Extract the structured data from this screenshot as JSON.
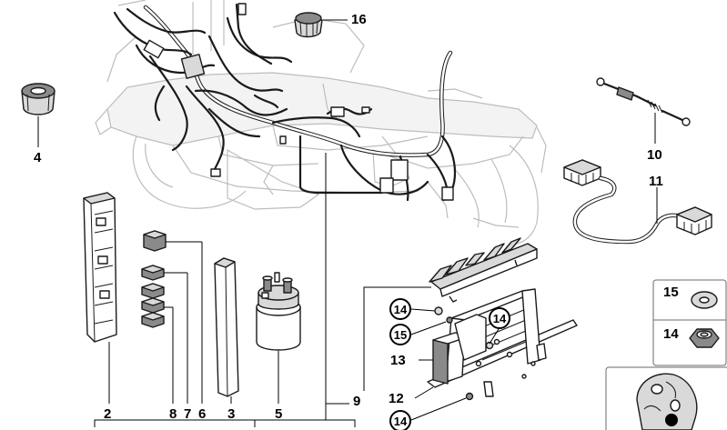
{
  "callouts": {
    "n2": "2",
    "n3": "3",
    "n4": "4",
    "n5": "5",
    "n6": "6",
    "n7": "7",
    "n8": "8",
    "n9": "9",
    "n10": "10",
    "n11": "11",
    "n12": "12",
    "n13": "13",
    "n14a": "14",
    "n14b": "14",
    "n14c": "14",
    "n14d": "14",
    "n15a": "15",
    "n15b": "15",
    "n16": "16"
  }
}
